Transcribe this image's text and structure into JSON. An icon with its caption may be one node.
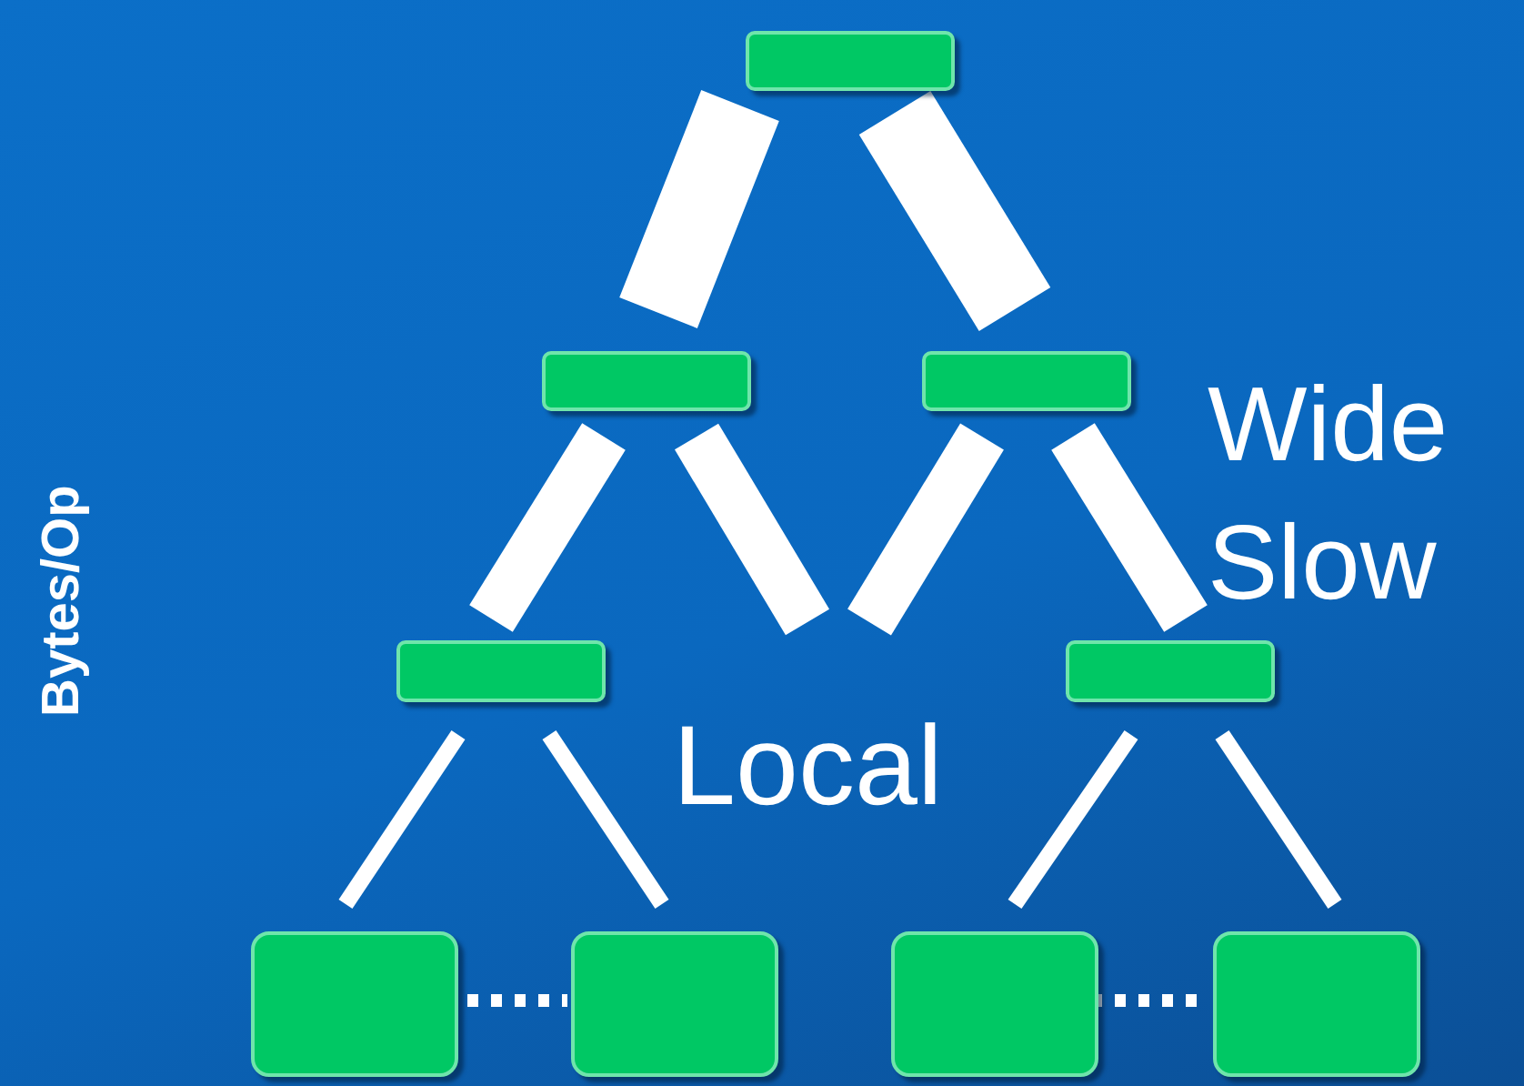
{
  "diagram": {
    "nodes": [
      {
        "text": [],
        "shape": "box"
      },
      {
        "text": [],
        "shape": "box"
      },
      {
        "text": [],
        "shape": "box"
      },
      {
        "text": [],
        "shape": "box"
      },
      {
        "text": [],
        "shape": "box"
      },
      {
        "text": [],
        "shape": "box"
      },
      {
        "text": [],
        "shape": "box"
      },
      {
        "text": [],
        "shape": "box"
      },
      {
        "text": [],
        "shape": "box"
      }
    ],
    "edges": [
      {
        "from": 0,
        "to": 1,
        "arrow": "none",
        "style": "thick"
      },
      {
        "from": 0,
        "to": 2,
        "arrow": "none",
        "style": "thick"
      },
      {
        "from": 1,
        "to": 3,
        "arrow": "none",
        "style": "thick"
      },
      {
        "from": 1,
        "to": null,
        "arrow": "none",
        "style": "thick"
      },
      {
        "from": 2,
        "to": null,
        "arrow": "none",
        "style": "thick"
      },
      {
        "from": 2,
        "to": 4,
        "arrow": "none",
        "style": "thick"
      },
      {
        "from": 3,
        "to": 5,
        "arrow": "none"
      },
      {
        "from": 3,
        "to": 6,
        "arrow": "none"
      },
      {
        "from": 4,
        "to": 7,
        "arrow": "none"
      },
      {
        "from": 4,
        "to": 8,
        "arrow": "none"
      },
      {
        "from": 5,
        "to": 6,
        "arrow": "none",
        "style": "dashed"
      },
      {
        "from": 7,
        "to": 8,
        "arrow": "none",
        "style": "dashed"
      }
    ],
    "labels": [
      "Bytes/Op",
      "Wide Slow",
      "Local"
    ]
  }
}
